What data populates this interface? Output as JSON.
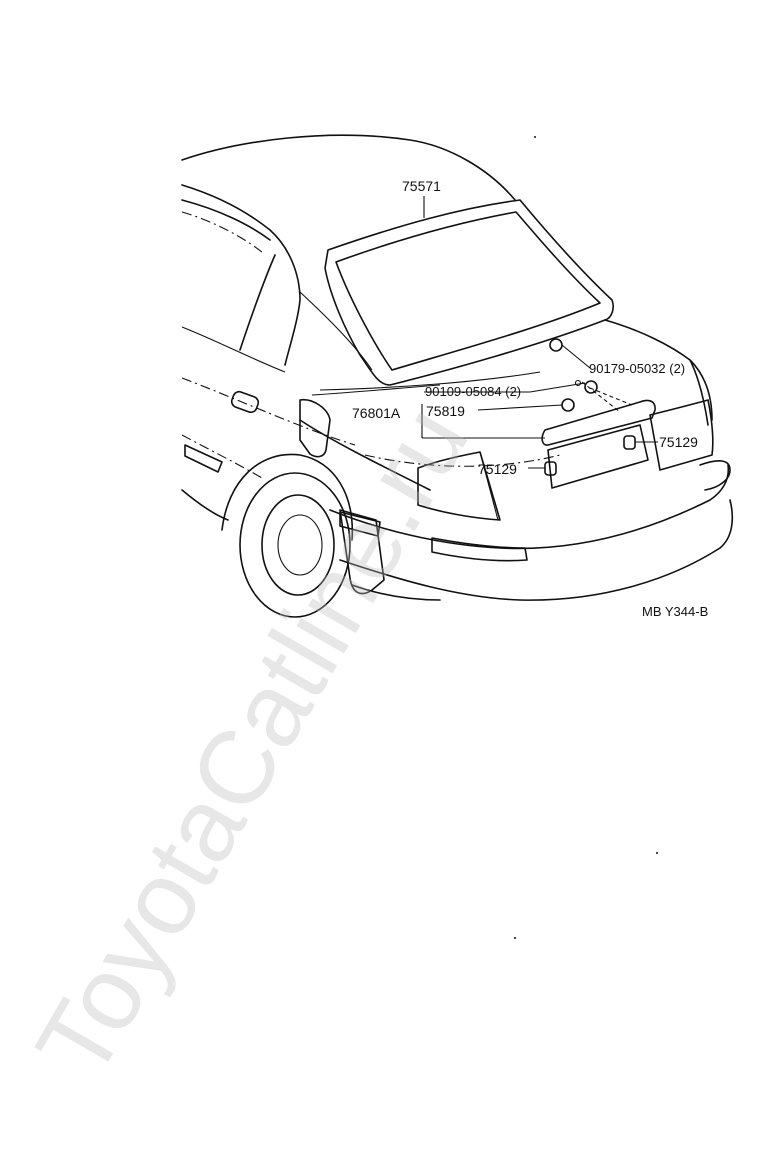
{
  "diagram": {
    "parts": {
      "glass_weatherstrip": "75571",
      "clip_set": "76801A",
      "nameplate_rear": "75819",
      "screw_left_label": "90109-05084 (2)",
      "nut_right_label": "90179-05032 (2)",
      "emblem_clip_right": "75129",
      "emblem_clip_left": "75129"
    },
    "figure_code": "MB Y344-B",
    "watermark": "ToyotaCatline.ru"
  }
}
